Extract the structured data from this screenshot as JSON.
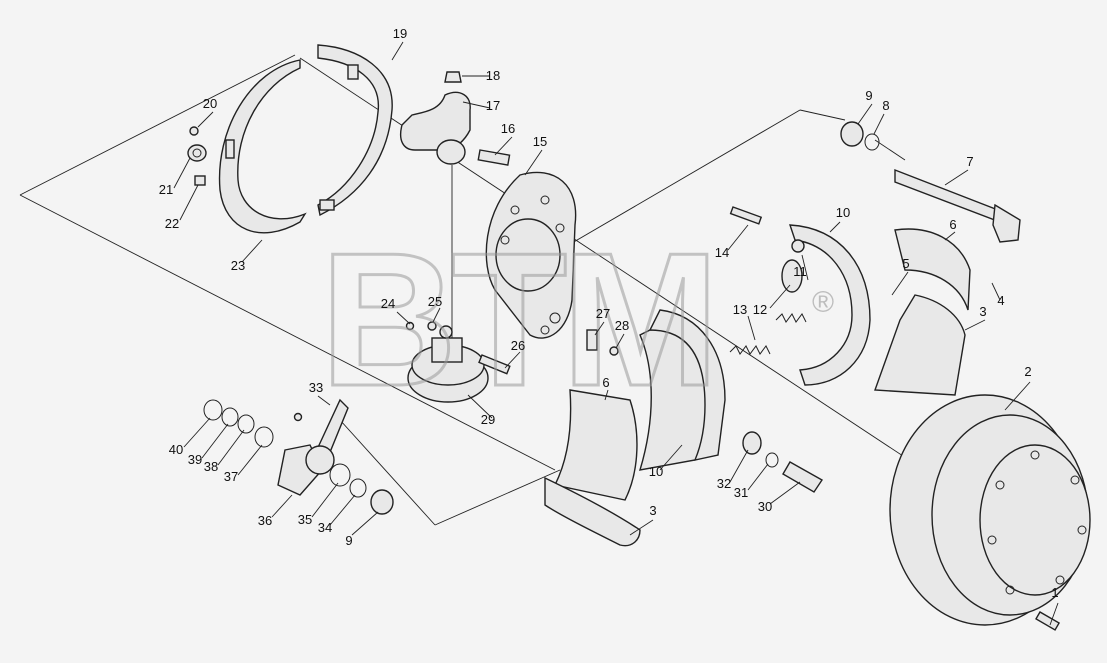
{
  "watermark": {
    "text": "BTM",
    "mark": "®"
  },
  "labels": [
    {
      "id": "l1",
      "text": "1"
    },
    {
      "id": "l2",
      "text": "2"
    },
    {
      "id": "l3a",
      "text": "3"
    },
    {
      "id": "l3b",
      "text": "3"
    },
    {
      "id": "l4",
      "text": "4"
    },
    {
      "id": "l5",
      "text": "5"
    },
    {
      "id": "l6a",
      "text": "6"
    },
    {
      "id": "l6b",
      "text": "6"
    },
    {
      "id": "l7",
      "text": "7"
    },
    {
      "id": "l8",
      "text": "8"
    },
    {
      "id": "l9a",
      "text": "9"
    },
    {
      "id": "l9b",
      "text": "9"
    },
    {
      "id": "l10a",
      "text": "10"
    },
    {
      "id": "l10b",
      "text": "10"
    },
    {
      "id": "l11",
      "text": "11"
    },
    {
      "id": "l12",
      "text": "12"
    },
    {
      "id": "l13",
      "text": "13"
    },
    {
      "id": "l14",
      "text": "14"
    },
    {
      "id": "l15",
      "text": "15"
    },
    {
      "id": "l16",
      "text": "16"
    },
    {
      "id": "l17",
      "text": "17"
    },
    {
      "id": "l18",
      "text": "18"
    },
    {
      "id": "l19",
      "text": "19"
    },
    {
      "id": "l20",
      "text": "20"
    },
    {
      "id": "l21",
      "text": "21"
    },
    {
      "id": "l22",
      "text": "22"
    },
    {
      "id": "l23",
      "text": "23"
    },
    {
      "id": "l24",
      "text": "24"
    },
    {
      "id": "l25",
      "text": "25"
    },
    {
      "id": "l26",
      "text": "26"
    },
    {
      "id": "l27",
      "text": "27"
    },
    {
      "id": "l28",
      "text": "28"
    },
    {
      "id": "l29",
      "text": "29"
    },
    {
      "id": "l30",
      "text": "30"
    },
    {
      "id": "l31",
      "text": "31"
    },
    {
      "id": "l32",
      "text": "32"
    },
    {
      "id": "l33",
      "text": "33"
    },
    {
      "id": "l34",
      "text": "34"
    },
    {
      "id": "l35",
      "text": "35"
    },
    {
      "id": "l36",
      "text": "36"
    },
    {
      "id": "l37",
      "text": "37"
    },
    {
      "id": "l38",
      "text": "38"
    },
    {
      "id": "l39",
      "text": "39"
    },
    {
      "id": "l40",
      "text": "40"
    }
  ]
}
